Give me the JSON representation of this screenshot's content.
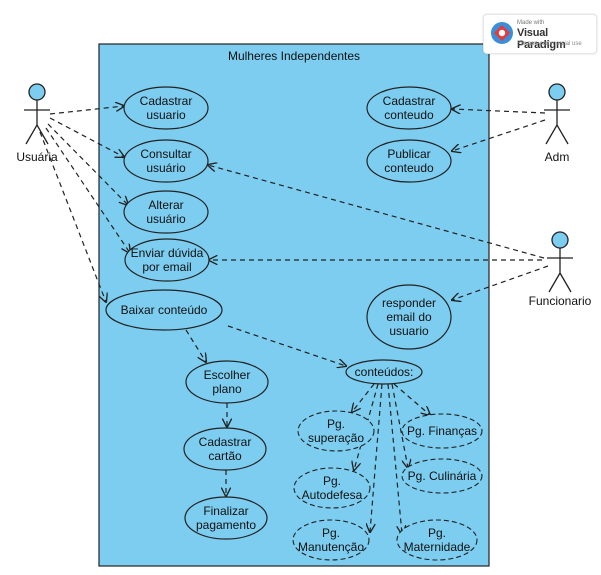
{
  "system": {
    "name": "Mulheres Independentes"
  },
  "actors": [
    {
      "id": "usuaria",
      "label": "Usuária"
    },
    {
      "id": "adm",
      "label": "Adm"
    },
    {
      "id": "funcionario",
      "label": "Funcionario"
    }
  ],
  "use_cases": [
    {
      "id": "cadastrar-usuario",
      "lines": [
        "Cadastrar",
        "usuario"
      ]
    },
    {
      "id": "consultar-usuario",
      "lines": [
        "Consultar",
        "usuário"
      ]
    },
    {
      "id": "alterar-usuario",
      "lines": [
        "Alterar",
        "usuário"
      ]
    },
    {
      "id": "enviar-duvida",
      "lines": [
        "Enviar dúvida",
        "por email"
      ]
    },
    {
      "id": "baixar-conteudo",
      "lines": [
        "Baixar conteúdo"
      ]
    },
    {
      "id": "cadastrar-conteudo",
      "lines": [
        "Cadastrar",
        "conteudo"
      ]
    },
    {
      "id": "publicar-conteudo",
      "lines": [
        "Publicar",
        "conteudo"
      ]
    },
    {
      "id": "responder-email",
      "lines": [
        "responder",
        "email do",
        "usuario"
      ]
    },
    {
      "id": "escolher-plano",
      "lines": [
        "Escolher",
        "plano"
      ]
    },
    {
      "id": "cadastrar-cartao",
      "lines": [
        "Cadastrar",
        "cartão"
      ]
    },
    {
      "id": "finalizar-pagamento",
      "lines": [
        "Finalizar",
        "pagamento"
      ]
    },
    {
      "id": "conteudos",
      "lines": [
        "conteúdos:"
      ]
    },
    {
      "id": "pg-superacao",
      "lines": [
        "Pg.",
        "superação"
      ]
    },
    {
      "id": "pg-financas",
      "lines": [
        "Pg. Finanças"
      ]
    },
    {
      "id": "pg-autodefesa",
      "lines": [
        "Pg.",
        "Autodefesa"
      ]
    },
    {
      "id": "pg-culinaria",
      "lines": [
        "Pg. Culinária"
      ]
    },
    {
      "id": "pg-manutencao",
      "lines": [
        "Pg.",
        "Manutenção"
      ]
    },
    {
      "id": "pg-maternidade",
      "lines": [
        "Pg.",
        "Maternidade"
      ]
    }
  ],
  "edges": [
    {
      "from": "usuaria",
      "to": "cadastrar-usuario"
    },
    {
      "from": "usuaria",
      "to": "consultar-usuario"
    },
    {
      "from": "usuaria",
      "to": "alterar-usuario"
    },
    {
      "from": "usuaria",
      "to": "enviar-duvida"
    },
    {
      "from": "usuaria",
      "to": "baixar-conteudo"
    },
    {
      "from": "adm",
      "to": "cadastrar-conteudo"
    },
    {
      "from": "adm",
      "to": "publicar-conteudo"
    },
    {
      "from": "funcionario",
      "to": "consultar-usuario"
    },
    {
      "from": "funcionario",
      "to": "enviar-duvida"
    },
    {
      "from": "funcionario",
      "to": "responder-email"
    },
    {
      "from": "baixar-conteudo",
      "to": "escolher-plano"
    },
    {
      "from": "baixar-conteudo",
      "to": "conteudos"
    },
    {
      "from": "escolher-plano",
      "to": "cadastrar-cartao"
    },
    {
      "from": "cadastrar-cartao",
      "to": "finalizar-pagamento"
    },
    {
      "from": "conteudos",
      "to": "pg-superacao"
    },
    {
      "from": "conteudos",
      "to": "pg-financas"
    },
    {
      "from": "conteudos",
      "to": "pg-autodefesa"
    },
    {
      "from": "conteudos",
      "to": "pg-culinaria"
    },
    {
      "from": "conteudos",
      "to": "pg-manutencao"
    },
    {
      "from": "conteudos",
      "to": "pg-maternidade"
    }
  ],
  "badge": {
    "made_with": "Made with",
    "brand": "Visual Paradigm",
    "sub": "For non-commercial use"
  },
  "colors": {
    "system_fill": "#7ccdf0",
    "use_case_fill": "#7ccdf0",
    "actor_head": "#7ccdf0",
    "line": "#222222"
  }
}
